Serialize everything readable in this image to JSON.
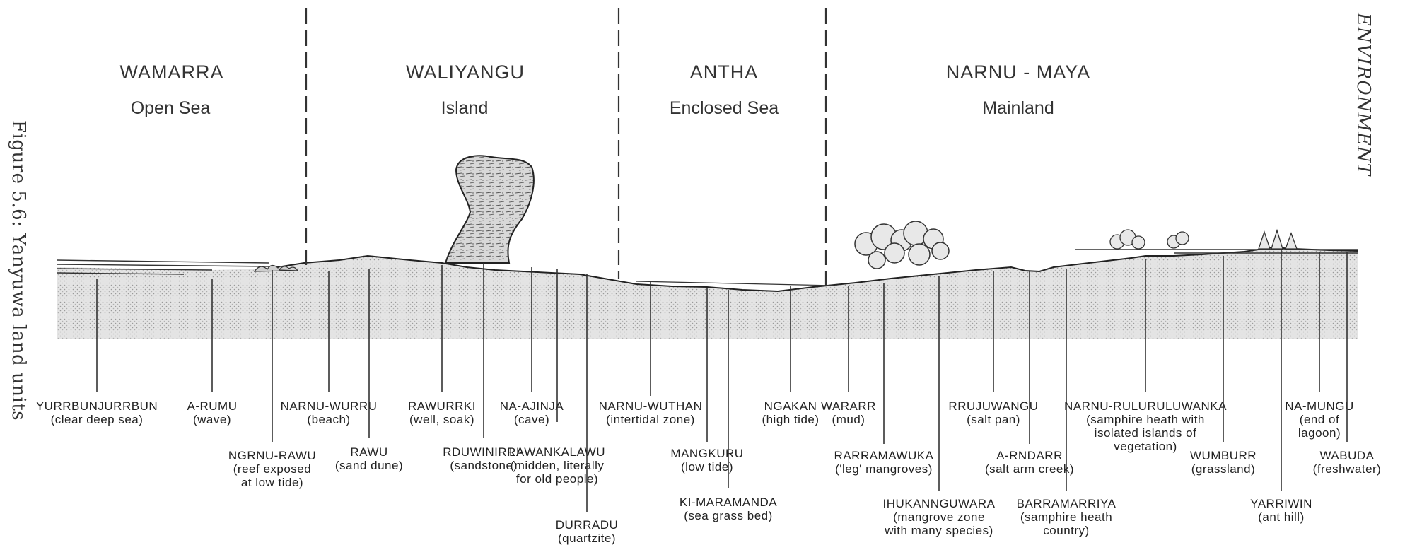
{
  "figure": {
    "caption": "Figure 5.6: Yanyuwa land units",
    "side_title": "ENVIRONMENT"
  },
  "zones": [
    {
      "name": "WAMARRA",
      "subtitle": "Open Sea"
    },
    {
      "name": "WALIYANGU",
      "subtitle": "Island"
    },
    {
      "name": "ANTHA",
      "subtitle": "Enclosed Sea"
    },
    {
      "name": "NARNU - MAYA",
      "subtitle": "Mainland"
    }
  ],
  "land_units": [
    {
      "id": "yurrbunjurrbun",
      "lines": [
        "YURRBUNJURRBUN",
        "(clear deep sea)"
      ]
    },
    {
      "id": "a-rumu",
      "lines": [
        "A-RUMU",
        "(wave)"
      ]
    },
    {
      "id": "ngrnu-rawu",
      "lines": [
        "NGRNU-RAWU",
        "(reef exposed",
        "at low tide)"
      ]
    },
    {
      "id": "narnu-wurru",
      "lines": [
        "NARNU-WURRU",
        "(beach)"
      ]
    },
    {
      "id": "rawu",
      "lines": [
        "RAWU",
        "(sand dune)"
      ]
    },
    {
      "id": "rawurrki",
      "lines": [
        "RAWURRKI",
        "(well, soak)"
      ]
    },
    {
      "id": "rduwinirra",
      "lines": [
        "RDUWINIRRA",
        "(sandstone)"
      ]
    },
    {
      "id": "na-ajinja",
      "lines": [
        "NA-AJINJA",
        "(cave)"
      ]
    },
    {
      "id": "li-wankalawu",
      "lines": [
        "LI-WANKALAWU",
        "(midden, literally",
        "for old people)"
      ]
    },
    {
      "id": "durradu",
      "lines": [
        "DURRADU",
        "(quartzite)"
      ]
    },
    {
      "id": "narnu-wuthan",
      "lines": [
        "NARNU-WUTHAN",
        "(intertidal zone)"
      ]
    },
    {
      "id": "mangkuru",
      "lines": [
        "MANGKURU",
        "(low tide)"
      ]
    },
    {
      "id": "ki-maramanda",
      "lines": [
        "KI-MARAMANDA",
        "(sea grass bed)"
      ]
    },
    {
      "id": "ngakan",
      "lines": [
        "NGAKAN",
        "(high tide)"
      ]
    },
    {
      "id": "wararr",
      "lines": [
        "WARARR",
        "(mud)"
      ]
    },
    {
      "id": "rarramawuka",
      "lines": [
        "RARRAMAWUKA",
        "('leg' mangroves)"
      ]
    },
    {
      "id": "ihukannguwara",
      "lines": [
        "IHUKANNGUWARA",
        "(mangrove zone",
        "with many species)"
      ]
    },
    {
      "id": "rrujuwangu",
      "lines": [
        "RRUJUWANGU",
        "(salt pan)"
      ]
    },
    {
      "id": "a-rndarr",
      "lines": [
        "A-RNDARR",
        "(salt arm creek)"
      ]
    },
    {
      "id": "barramarriya",
      "lines": [
        "BARRAMARRIYA",
        "(samphire heath",
        "country)"
      ]
    },
    {
      "id": "narnu-ruluruluwanka",
      "lines": [
        "NARNU-RULURULUWANKA",
        "(samphire heath with",
        "isolated islands of",
        "vegetation)"
      ]
    },
    {
      "id": "wumburr",
      "lines": [
        "WUMBURR",
        "(grassland)"
      ]
    },
    {
      "id": "na-mungu",
      "lines": [
        "NA-MUNGU",
        "(end of",
        "lagoon)"
      ]
    },
    {
      "id": "yarriwin",
      "lines": [
        "YARRIWIN",
        "(ant hill)"
      ]
    },
    {
      "id": "wabuda",
      "lines": [
        "WABUDA",
        "(freshwater)"
      ]
    }
  ]
}
